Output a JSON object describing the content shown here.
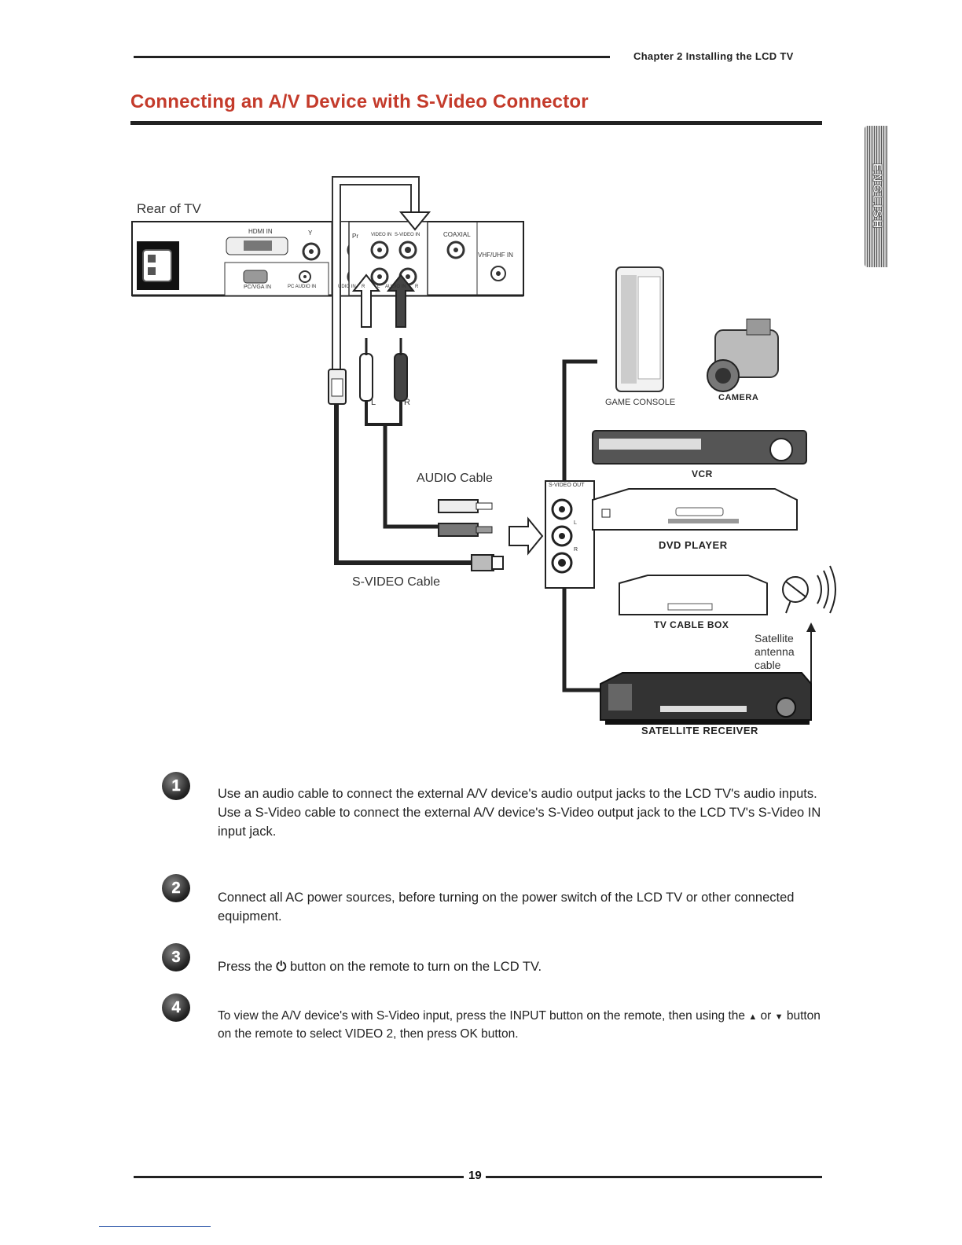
{
  "header": {
    "chapter": "Chapter 2 Installing the LCD TV"
  },
  "page_title": "Connecting an A/V Device with S-Video Connector",
  "lang_tab": "ENGLISH",
  "diagram": {
    "rear_label": "Rear of TV",
    "ports": {
      "hdmi": "HDMI IN",
      "y": "Y",
      "pr": "Pr",
      "video_in": "VIDEO IN",
      "svideo_in": "S-VIDEO IN",
      "coaxial": "COAXIAL",
      "vhf": "VHF/UHF IN",
      "pcvga": "PC/VGA IN",
      "pc_audio": "PC AUDIO IN",
      "audio_in_partial": "UDIO IN",
      "r1": "R",
      "l": "L",
      "audio_in": "AUDIO IN",
      "r2": "R"
    },
    "plug_l": "L",
    "plug_r": "R",
    "audio_cable": "AUDIO Cable",
    "svideo_cable": "S-VIDEO Cable",
    "svideo_out": "S-VIDEO OUT",
    "jack_l": "L",
    "jack_r": "R",
    "devices": {
      "game_console": "GAME CONSOLE",
      "camera": "CAMERA",
      "vcr": "VCR",
      "dvd": "DVD PLAYER",
      "cable_box": "TV CABLE BOX",
      "sat_cable_1": "Satellite",
      "sat_cable_2": "antenna",
      "sat_cable_3": "cable",
      "sat_receiver": "SATELLITE RECEIVER"
    }
  },
  "steps": [
    {
      "num": "1",
      "text": "Use an audio cable to connect the external A/V device's audio output jacks to the LCD TV's audio inputs. Use a S-Video cable to connect the external A/V device's S-Video output jack to the LCD TV's S-Video IN input jack."
    },
    {
      "num": "2",
      "text": "Connect all AC power sources, before turning on the power switch of the LCD TV or other connected equipment."
    },
    {
      "num": "3",
      "text_before": "Press the",
      "power_symbol": "⏻",
      "text_after": "button on the remote to turn on the LCD TV."
    },
    {
      "num": "4",
      "text_a": "To view the A/V device's with S-Video input, press the INPUT button on the remote, then using the",
      "up": "▲",
      "or": "or",
      "down": "▼",
      "text_b": "button on the remote to select VIDEO 2, then press OK button."
    }
  ],
  "footer": {
    "page_number": "19"
  }
}
